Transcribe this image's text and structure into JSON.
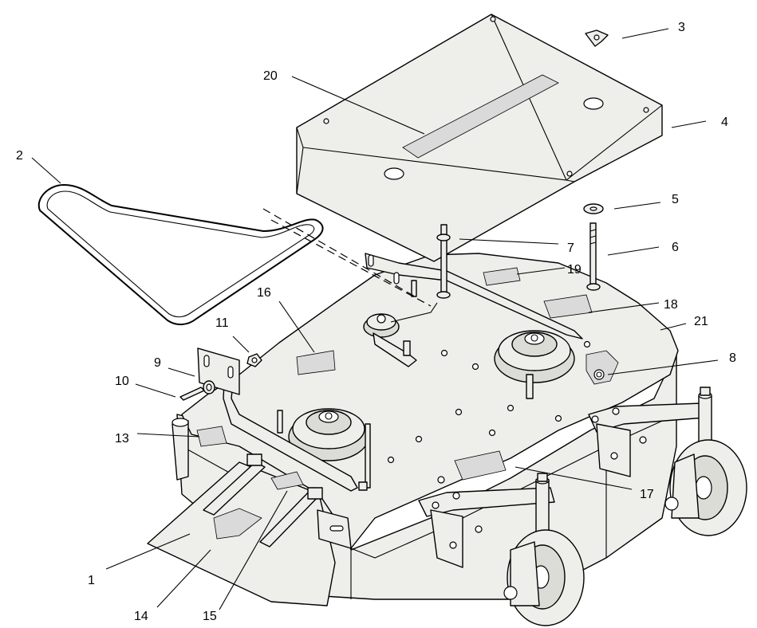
{
  "callouts": [
    {
      "id": "c1",
      "label": "1"
    },
    {
      "id": "c2",
      "label": "2"
    },
    {
      "id": "c3",
      "label": "3"
    },
    {
      "id": "c4",
      "label": "4"
    },
    {
      "id": "c5",
      "label": "5"
    },
    {
      "id": "c6",
      "label": "6"
    },
    {
      "id": "c7",
      "label": "7"
    },
    {
      "id": "c8",
      "label": "8"
    },
    {
      "id": "c9",
      "label": "9"
    },
    {
      "id": "c10",
      "label": "10"
    },
    {
      "id": "c11",
      "label": "11"
    },
    {
      "id": "c13",
      "label": "13"
    },
    {
      "id": "c14",
      "label": "14"
    },
    {
      "id": "c15",
      "label": "15"
    },
    {
      "id": "c16",
      "label": "16"
    },
    {
      "id": "c17",
      "label": "17"
    },
    {
      "id": "c18",
      "label": "18"
    },
    {
      "id": "c19",
      "label": "19"
    },
    {
      "id": "c20",
      "label": "20"
    },
    {
      "id": "c21",
      "label": "21"
    }
  ]
}
